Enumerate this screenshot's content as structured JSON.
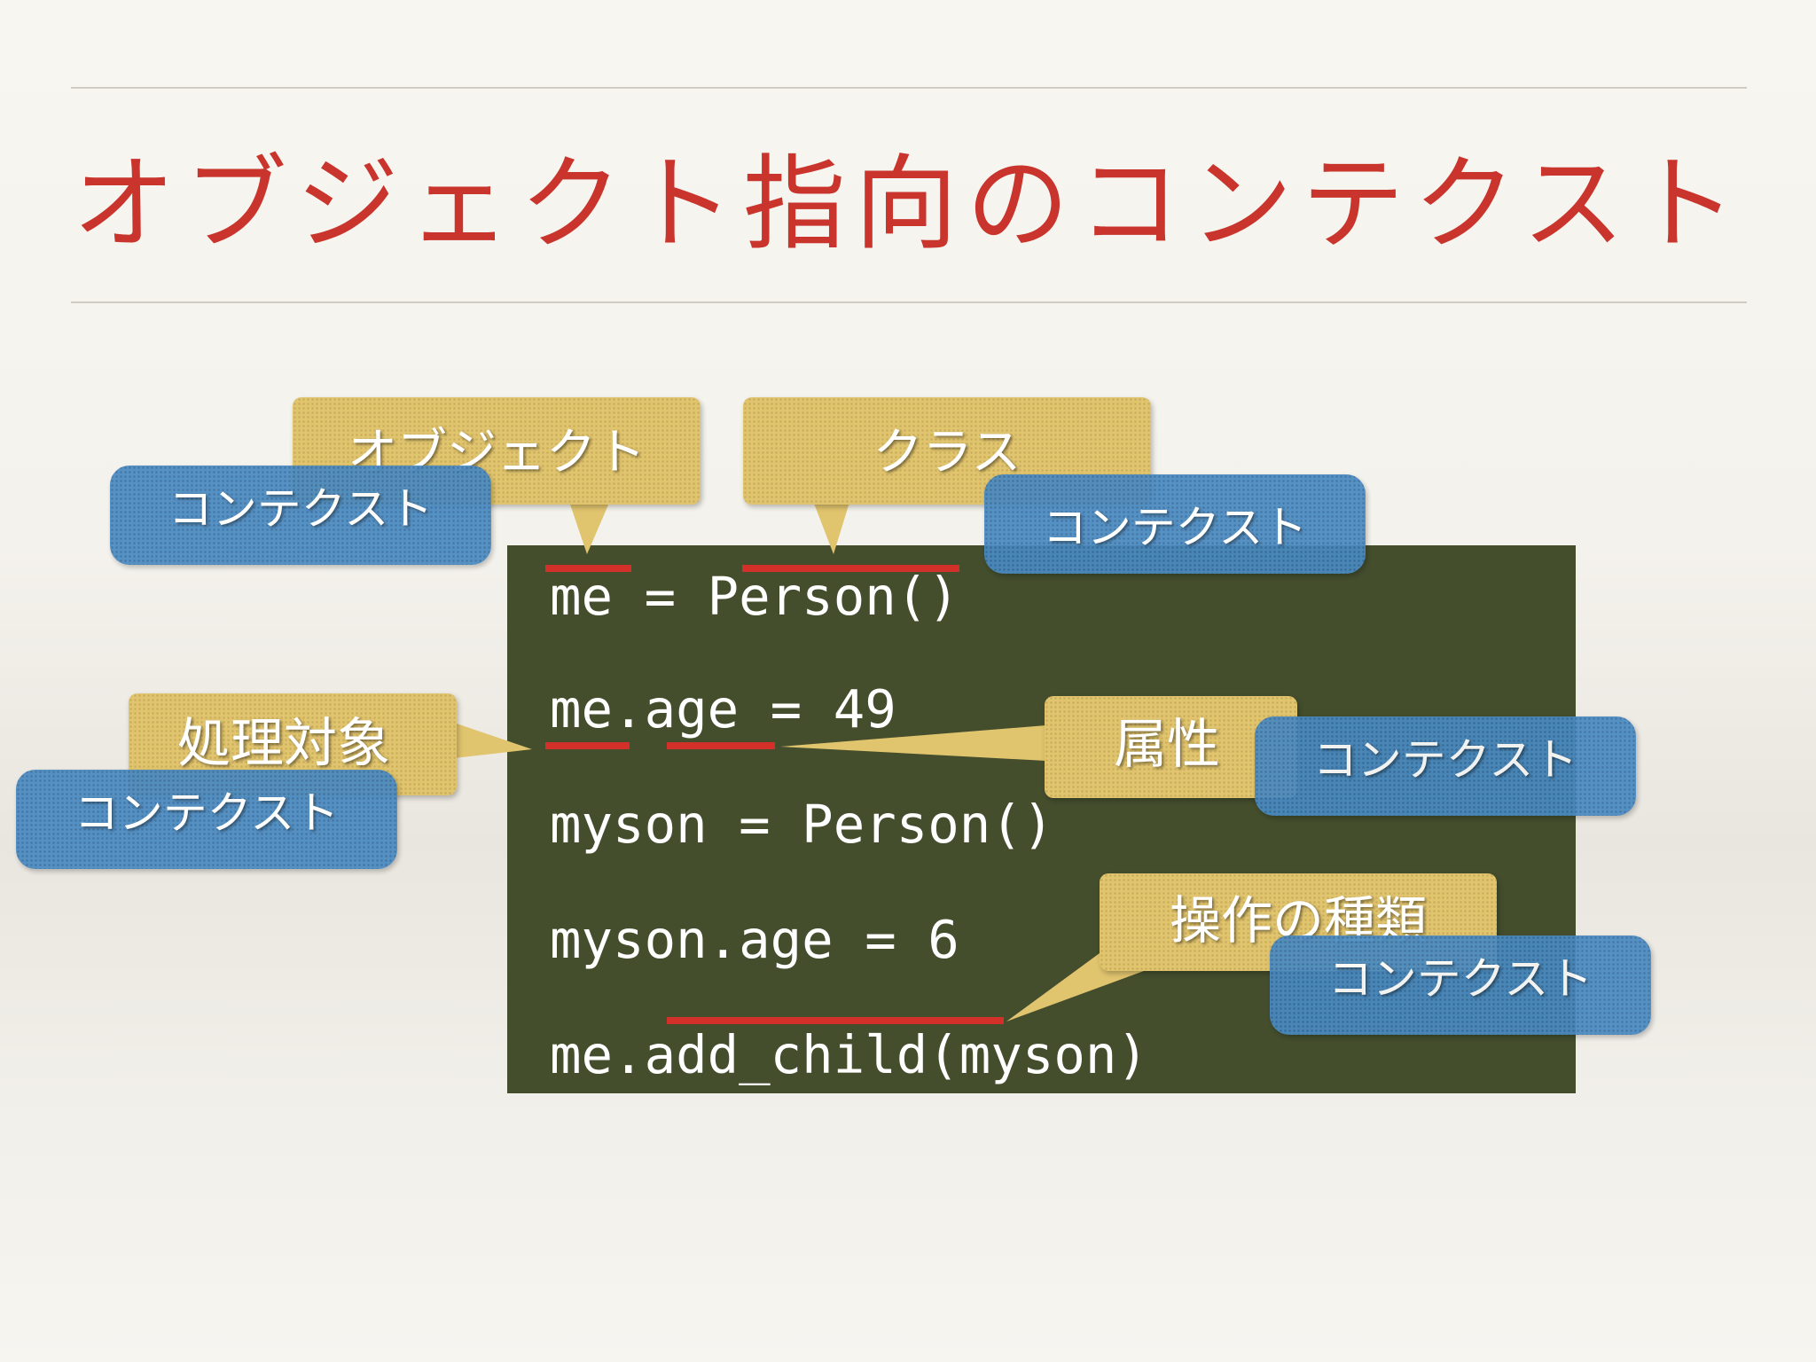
{
  "title": "オブジェクト指向のコンテクスト",
  "code_lines": [
    "me = Person()",
    "me.age = 49",
    "myson = Person()",
    "myson.age = 6",
    "me.add_child(myson)"
  ],
  "callouts": {
    "object": "オブジェクト",
    "class": "クラス",
    "target": "処理対象",
    "attribute": "属性",
    "operation": "操作の種類"
  },
  "context_label": "コンテクスト",
  "colors": {
    "title": "#c9342d",
    "code_background": "#444e2d",
    "underline": "#d4302a",
    "callout_yellow": "#e0c46e",
    "context_blue": "#4a8ac0"
  }
}
